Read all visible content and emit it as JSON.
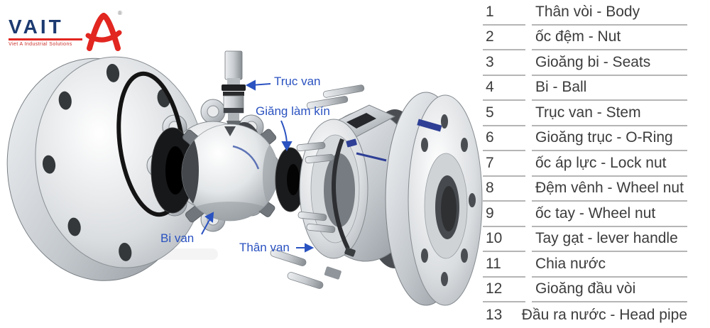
{
  "logo": {
    "brand": "VAIT",
    "tagline": "Viet A Industrial Solutions",
    "mark": "A",
    "registered": "®"
  },
  "diagram": {
    "labels": {
      "stem": "Trục van",
      "seal": "Giăng làm kín",
      "ball": "Bi van",
      "body": "Thân van"
    }
  },
  "parts": [
    {
      "num": "1",
      "label": "Thân vòi - Body"
    },
    {
      "num": "2",
      "label": "ốc đệm - Nut"
    },
    {
      "num": "3",
      "label": "Gioăng bi - Seats"
    },
    {
      "num": "4",
      "label": "Bi - Ball"
    },
    {
      "num": "5",
      "label": "Trục van - Stem"
    },
    {
      "num": "6",
      "label": "Gioăng trục - O-Ring"
    },
    {
      "num": "7",
      "label": "ốc áp lực - Lock nut"
    },
    {
      "num": "8",
      "label": "Đệm vênh - Wheel nut"
    },
    {
      "num": "9",
      "label": "ốc tay - Wheel nut"
    },
    {
      "num": "10",
      "label": "Tay gạt - lever handle"
    },
    {
      "num": "11",
      "label": "Chia nước"
    },
    {
      "num": "12",
      "label": "Gioăng đầu vòi"
    },
    {
      "num": "13",
      "label": "Đầu ra nước - Head pipe"
    }
  ],
  "colors": {
    "label_blue": "#2a52c0",
    "logo_navy": "#1c3a70",
    "logo_red": "#e22620",
    "table_text": "#3c3c3c",
    "divider_gray": "#b5b5b5",
    "flange_stripe_navy": "#2e3f95"
  }
}
